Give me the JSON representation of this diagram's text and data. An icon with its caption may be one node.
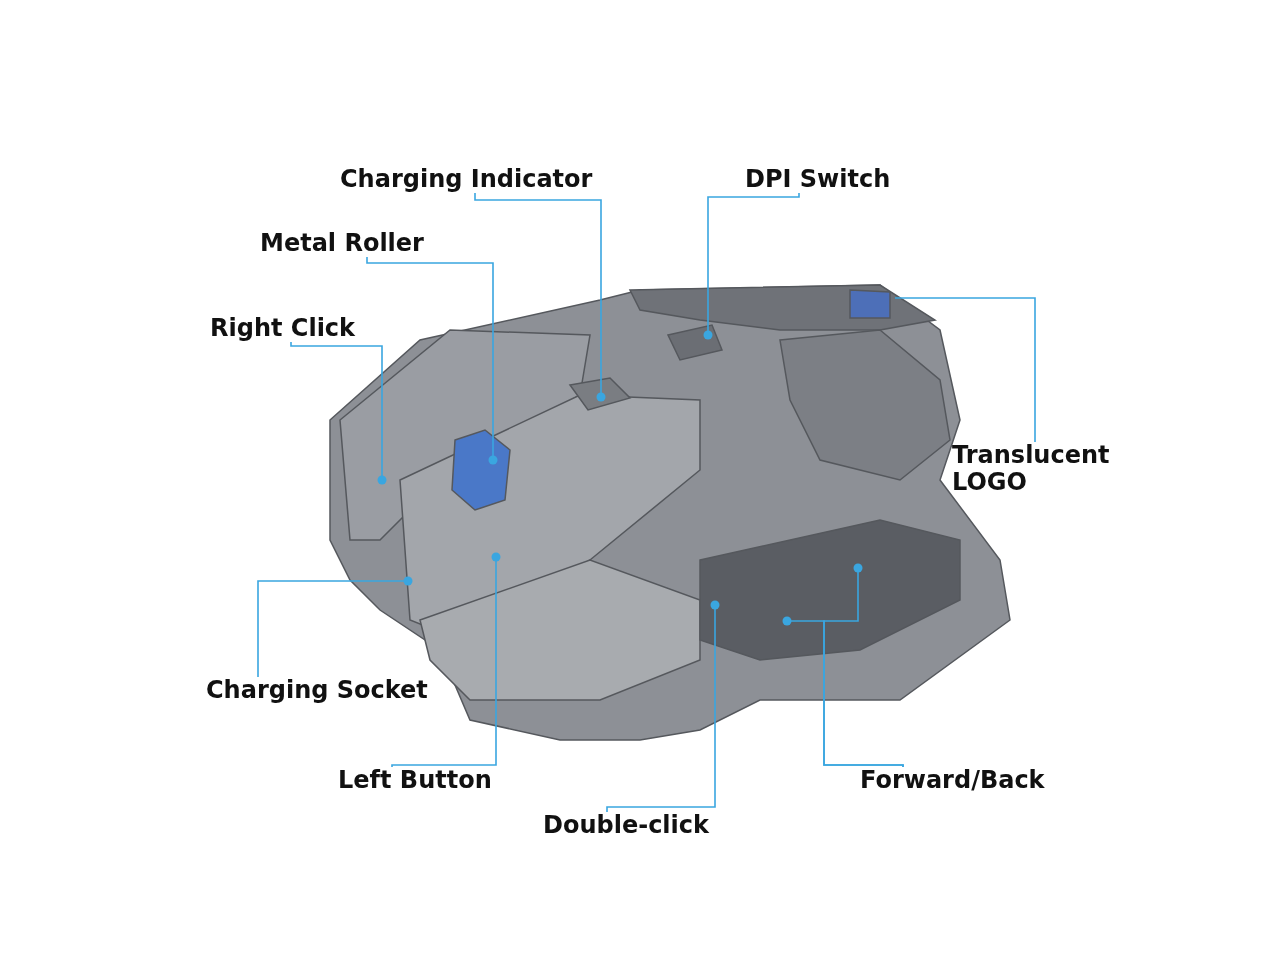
{
  "diagram": {
    "nodes": [
      {
        "text": [
          "Charging Indicator"
        ]
      },
      {
        "text": [
          "DPI Switch"
        ]
      },
      {
        "text": [
          "Metal Roller"
        ]
      },
      {
        "text": [
          "Right Click"
        ]
      },
      {
        "text": [
          "Translucent LOGO"
        ]
      },
      {
        "text": [
          "Charging Socket"
        ]
      },
      {
        "text": [
          "Left Button"
        ]
      },
      {
        "text": [
          "Double-click"
        ]
      },
      {
        "text": [
          "Forward/Back"
        ]
      }
    ],
    "edges": [
      {
        "from": 0,
        "to": null,
        "arrow": "other"
      },
      {
        "from": 1,
        "to": null,
        "arrow": "other"
      },
      {
        "from": 2,
        "to": null,
        "arrow": "other"
      },
      {
        "from": 3,
        "to": null,
        "arrow": "other"
      },
      {
        "from": 4,
        "to": null,
        "arrow": "none"
      },
      {
        "from": 5,
        "to": null,
        "arrow": "other"
      },
      {
        "from": 6,
        "to": null,
        "arrow": "other"
      },
      {
        "from": 7,
        "to": null,
        "arrow": "other"
      },
      {
        "from": 8,
        "to": null,
        "arrow": "other"
      },
      {
        "from": 8,
        "to": null,
        "arrow": "other"
      }
    ]
  }
}
